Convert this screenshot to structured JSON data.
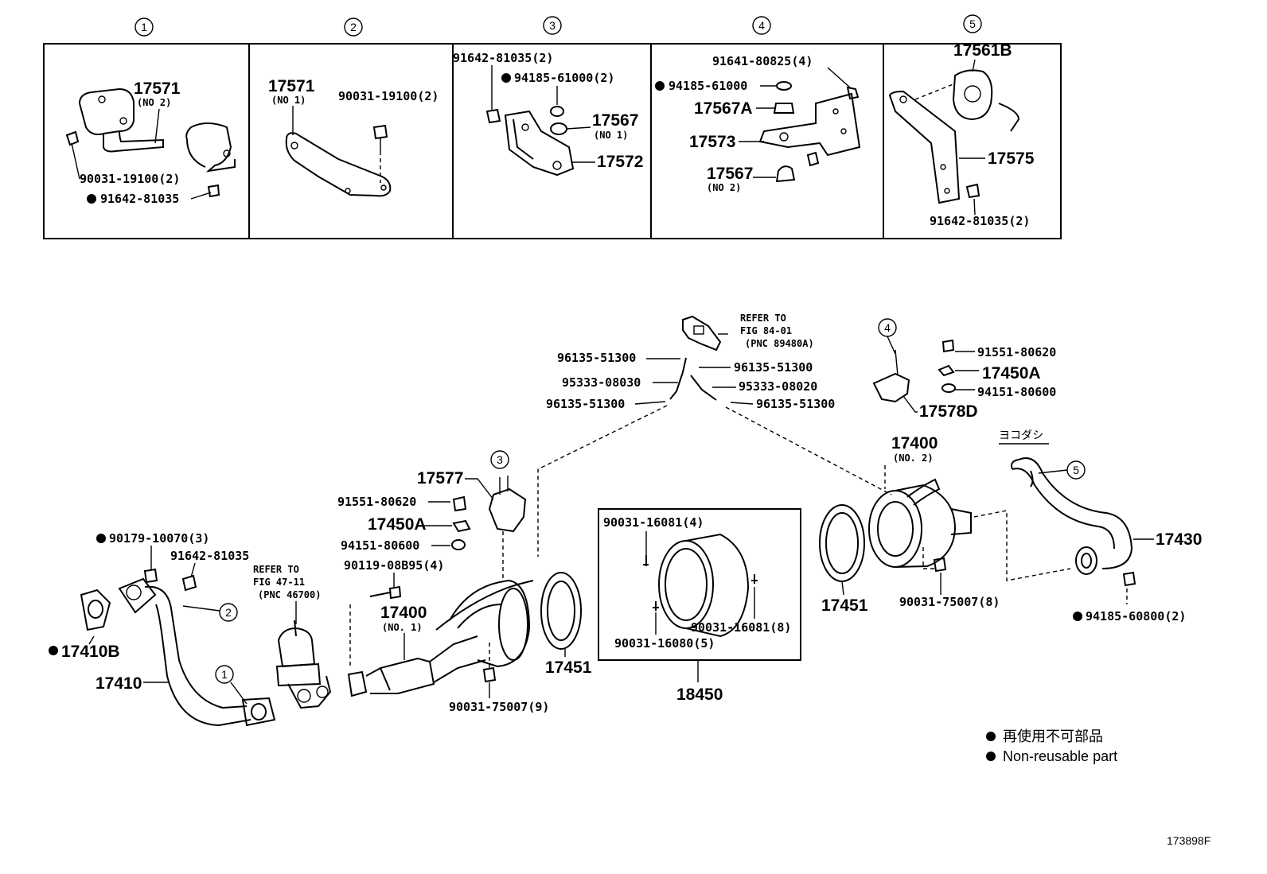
{
  "panels": [
    {
      "num": "1",
      "labels": [
        "17571",
        "(NO 2)",
        "90031-19100(2)",
        "91642-81035"
      ]
    },
    {
      "num": "2",
      "labels": [
        "17571",
        "(NO 1)",
        "90031-19100(2)"
      ]
    },
    {
      "num": "3",
      "labels": [
        "91642-81035(2)",
        "94185-61000(2)",
        "17567",
        "(NO 1)",
        "17572"
      ]
    },
    {
      "num": "4",
      "labels": [
        "91641-80825(4)",
        "94185-61000",
        "17567A",
        "17573",
        "17567",
        "(NO 2)"
      ]
    },
    {
      "num": "5",
      "labels": [
        "17561B",
        "17575",
        "91642-81035(2)"
      ]
    }
  ],
  "main_labels": {
    "refer_84": [
      "REFER TO",
      "FIG 84-01",
      "(PNC 89480A)"
    ],
    "refer_47": [
      "REFER TO",
      "FIG 47-11",
      "(PNC 46700)"
    ],
    "p96135_a": "96135-51300",
    "p96135_b": "96135-51300",
    "p96135_c": "96135-51300",
    "p96135_d": "96135-51300",
    "p95333_a": "95333-08030",
    "p95333_b": "95333-08020",
    "p91551_a": "91551-80620",
    "p17450A_a": "17450A",
    "p94151_a": "94151-80600",
    "p17578D": "17578D",
    "p17400_2": "17400",
    "p17400_2n": "(NO. 2)",
    "yokodashi": "ヨコダシ",
    "p17430": "17430",
    "p94185_60800": "94185-60800(2)",
    "p90031_75007_8": "90031-75007(8)",
    "p17451_r": "17451",
    "p17577": "17577",
    "p91551_b": "91551-80620",
    "p17450A_b": "17450A",
    "p94151_b": "94151-80600",
    "p90119": "90119-08B95(4)",
    "p17400_1": "17400",
    "p17400_1n": "(NO. 1)",
    "p90179": "90179-10070(3)",
    "p91642_main": "91642-81035",
    "p17410B": "17410B",
    "p17410": "17410",
    "p90031_75007_9": "90031-75007(9)",
    "p17451_l": "17451",
    "p90031_16081_4": "90031-16081(4)",
    "p90031_16081_8": "90031-16081(8)",
    "p90031_16080": "90031-16080(5)",
    "p18450": "18450"
  },
  "callouts": [
    "1",
    "2",
    "3",
    "4",
    "5"
  ],
  "legend": {
    "jp": "再使用不可部品",
    "en": "Non-reusable part"
  },
  "figure_code": "173898F"
}
